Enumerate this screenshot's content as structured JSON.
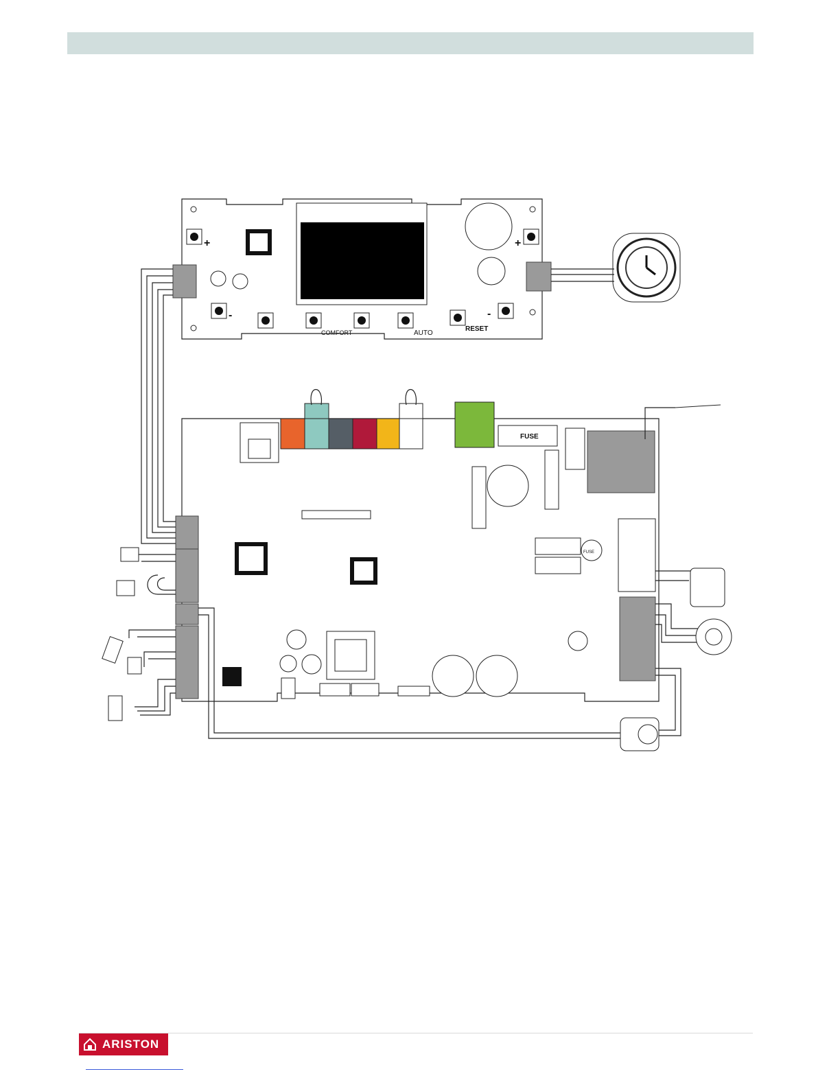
{
  "brand": {
    "name": "ARISTON",
    "color": "#c8102e"
  },
  "display_board": {
    "buttons": [
      "COMFORT",
      "AUTO",
      "RESET"
    ],
    "symbols": [
      "+",
      "-",
      "+",
      "-"
    ]
  },
  "main_board": {
    "fuse_labels": [
      "FUSE",
      "FUSE"
    ]
  },
  "terminal_colors": [
    "#e8642c",
    "#8ec9c0",
    "#555e66",
    "#b0193a",
    "#f2b519",
    "#ffffff",
    "#7cb83b"
  ]
}
